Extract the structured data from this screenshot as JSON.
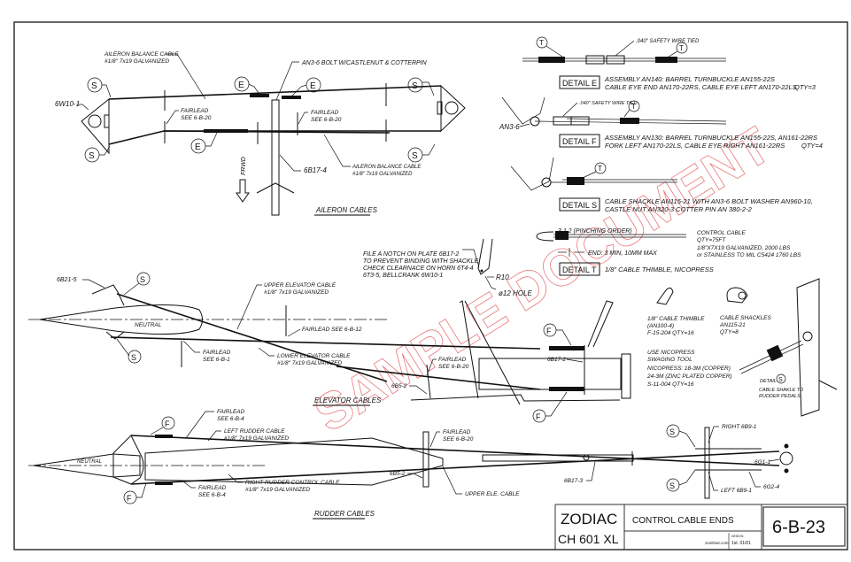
{
  "watermark": "SAMPLE DOCUMENT",
  "title_block": {
    "brand": "ZODIAC",
    "model": "CH 601 XL",
    "title": "CONTROL CABLE ENDS",
    "website": "zenithair.com",
    "revision_label": "DESIGN",
    "revision": "1st. 01/01",
    "drawing_number": "6-B-23"
  },
  "aileron": {
    "section_title": "AILERON CABLES",
    "balance_cable_top": [
      "AILERON BALANCE CABLE",
      "#1/8\" 7x19 GALVANIZED"
    ],
    "balance_cable_bottom": [
      "AILERON BALANCE CABLE",
      "#1/8\" 7x19 GALVANIZED"
    ],
    "bolt": "AN3-6 BOLT  W/CASTLENUT & COTTERPIN",
    "bellcrank": "6W10-1",
    "fairlead_left": [
      "FAIRLEAD",
      "SEE 6-B-20"
    ],
    "fairlead_right": [
      "FAIRLEAD",
      "SEE 6-B-20"
    ],
    "stick": "6B17-4",
    "frwd": "FRWD",
    "callouts": [
      "S",
      "S",
      "S",
      "S",
      "E",
      "E",
      "E"
    ]
  },
  "details": {
    "safety_wire": ".040\" SAFETY WIRE TIED",
    "an3_6": "AN3-6",
    "detail_e": {
      "label": "DETAIL",
      "letter": "E",
      "lines": [
        "ASSEMBLY AN140: BARREL TURNBUCKLE AN155-22S",
        "CABLE EYE END AN170-22RS, CABLE EYE LEFT AN170-22LS"
      ],
      "qty": "QTY=3"
    },
    "detail_f": {
      "label": "DETAIL",
      "letter": "F",
      "lines": [
        "ASSEMBLY AN130: BARREL TURNBUCKLE AN155-22S, AN161-22RS",
        "FORK LEFT AN170-22LS, CABLE EYE RIGHT AN161-22RS"
      ],
      "qty": "QTY=4"
    },
    "detail_s": {
      "label": "DETAIL",
      "letter": "S",
      "lines": [
        "CABLE SHACKLE AN115-21 WITH AN3-6 BOLT WASHER AN960-10,",
        "CASTLE NUT AN320-3 COTTER PIN AN 380-2-2"
      ]
    },
    "detail_t": {
      "label": "DETAIL",
      "letter": "T",
      "lines": [
        "1/8\" CABLE THIMBLE,   NICOPRESS"
      ]
    },
    "pinching_order": "3 1 2  (PINCHING ORDER)",
    "end_spec": "END: 3 MIN, 10MM MAX",
    "control_cable": [
      "CONTROL CABLE",
      "QTY=75FT",
      "1/8\"X7X19 GALVANIZED, 2000 LBS",
      "or STAINLESS TO MIL C5424 1760 LBS"
    ]
  },
  "parts": {
    "thimble": [
      "1/8\" CABLE THIMBLE",
      "(AN100-4)",
      "F-15-204  QTY=16"
    ],
    "shackles": [
      "CABLE SHACKLES",
      "AN115-21",
      "QTY=8"
    ],
    "nicopress": [
      "USE NICOPRESS",
      "SWAGING TOOL",
      "NICOPRESS: 18-3M (COPPER)",
      "24-3M (ZINC PLATED COPPER)",
      "S-11-004  QTY=16"
    ],
    "detail_s_pedal": [
      "DETAIL",
      "CABLE SHAKLE TO",
      "RUDDER PEDALS"
    ]
  },
  "elevator": {
    "section_title": "ELEVATOR CABLES",
    "horn": "6B21-5",
    "neutral": "NEUTRAL",
    "upper_cable": [
      "UPPER ELEVATOR CABLE",
      "#1/8\" 7x19 GALVANIZED"
    ],
    "lower_cable": [
      "LOWER ELEVATOR  CABLE",
      "#1/8\" 7x19 GALVANIZED"
    ],
    "fairlead_1": [
      "FAIRLEAD",
      "SEE 6-B-1"
    ],
    "fairlead_12": "FAIRLEAD SEE 6-B-12",
    "fairlead_20": [
      "FAIRLEAD",
      "SEE 6-B-20"
    ],
    "notch_note": [
      "FILE A NOTCH ON PLATE 6B17-2",
      "TO PREVENT BINDING WITH SHACKLE.",
      "CHECK CLEARNACE ON HORN 6T4-4",
      "6T3-5, BELLCRANK 6W10-1"
    ],
    "r10": "R10",
    "hole": "ø12 HOLE",
    "bulkhead": "6B5-2",
    "stick_plate": "6B17-2"
  },
  "rudder": {
    "section_title": "RUDDER CABLES",
    "neutral": "NEUTRAL",
    "fairlead_top": [
      "FAIRLEAD",
      "SEE 6-B-4"
    ],
    "fairlead_bottom": [
      "FAIRLEAD",
      "SEE 6-B-4"
    ],
    "left_cable": [
      "LEFT RUDDER CABLE",
      "#1/8\" 7x19 GALVANIZED"
    ],
    "right_cable": [
      "RIGHT RUDDER CONTROL CABLE",
      "#1/8\" 7x19 GALVANIZED"
    ],
    "fairlead_20": [
      "FAIRLEAD",
      "SEE 6-B-20"
    ],
    "bulkhead": "6B5-2",
    "upper_ele": "UPPER ELE. CABLE",
    "torque_tube": "6B17-3",
    "right_pedal": "RIGHT 6B9-1",
    "left_pedal": "LEFT 6B9-1",
    "pedal_1": "6G1-1",
    "pedal_2": "6G2-4"
  }
}
